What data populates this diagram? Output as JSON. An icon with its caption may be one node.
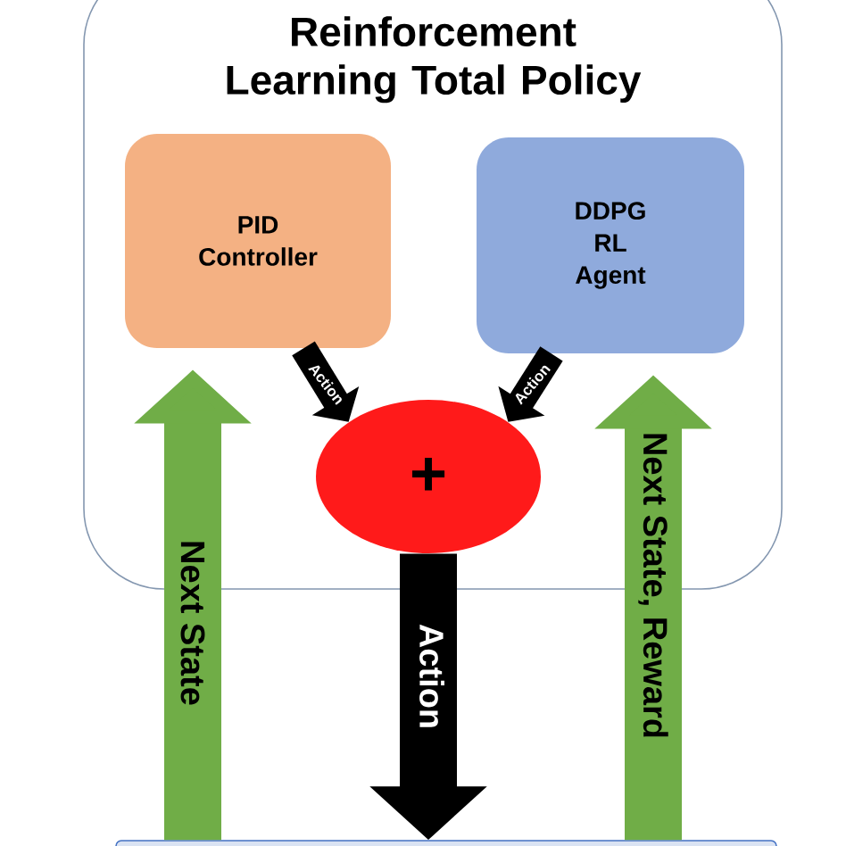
{
  "diagram": {
    "nodes": [
      {
        "text": [
          "Reinforcement Learning Total Policy"
        ]
      },
      {
        "text": [
          "PID Controller"
        ],
        "in": 0
      },
      {
        "text": [
          "DDPG RL Agent"
        ],
        "in": 0
      },
      {
        "text": [
          "+"
        ],
        "in": 0
      },
      {
        "text": [],
        "shape": "box"
      }
    ],
    "edges": [
      {
        "from": 1,
        "to": 3,
        "arrow": "to",
        "label": "Action"
      },
      {
        "from": 2,
        "to": 3,
        "arrow": "to",
        "label": "Action"
      },
      {
        "from": 3,
        "to": 4,
        "arrow": "to",
        "label": "Action"
      },
      {
        "from": 4,
        "to": 1,
        "arrow": "to",
        "label": "Next State",
        "color": "#70ad47"
      },
      {
        "from": 4,
        "to": 2,
        "arrow": "to",
        "label": "Next State, Reward",
        "color": "#70ad47"
      }
    ]
  }
}
